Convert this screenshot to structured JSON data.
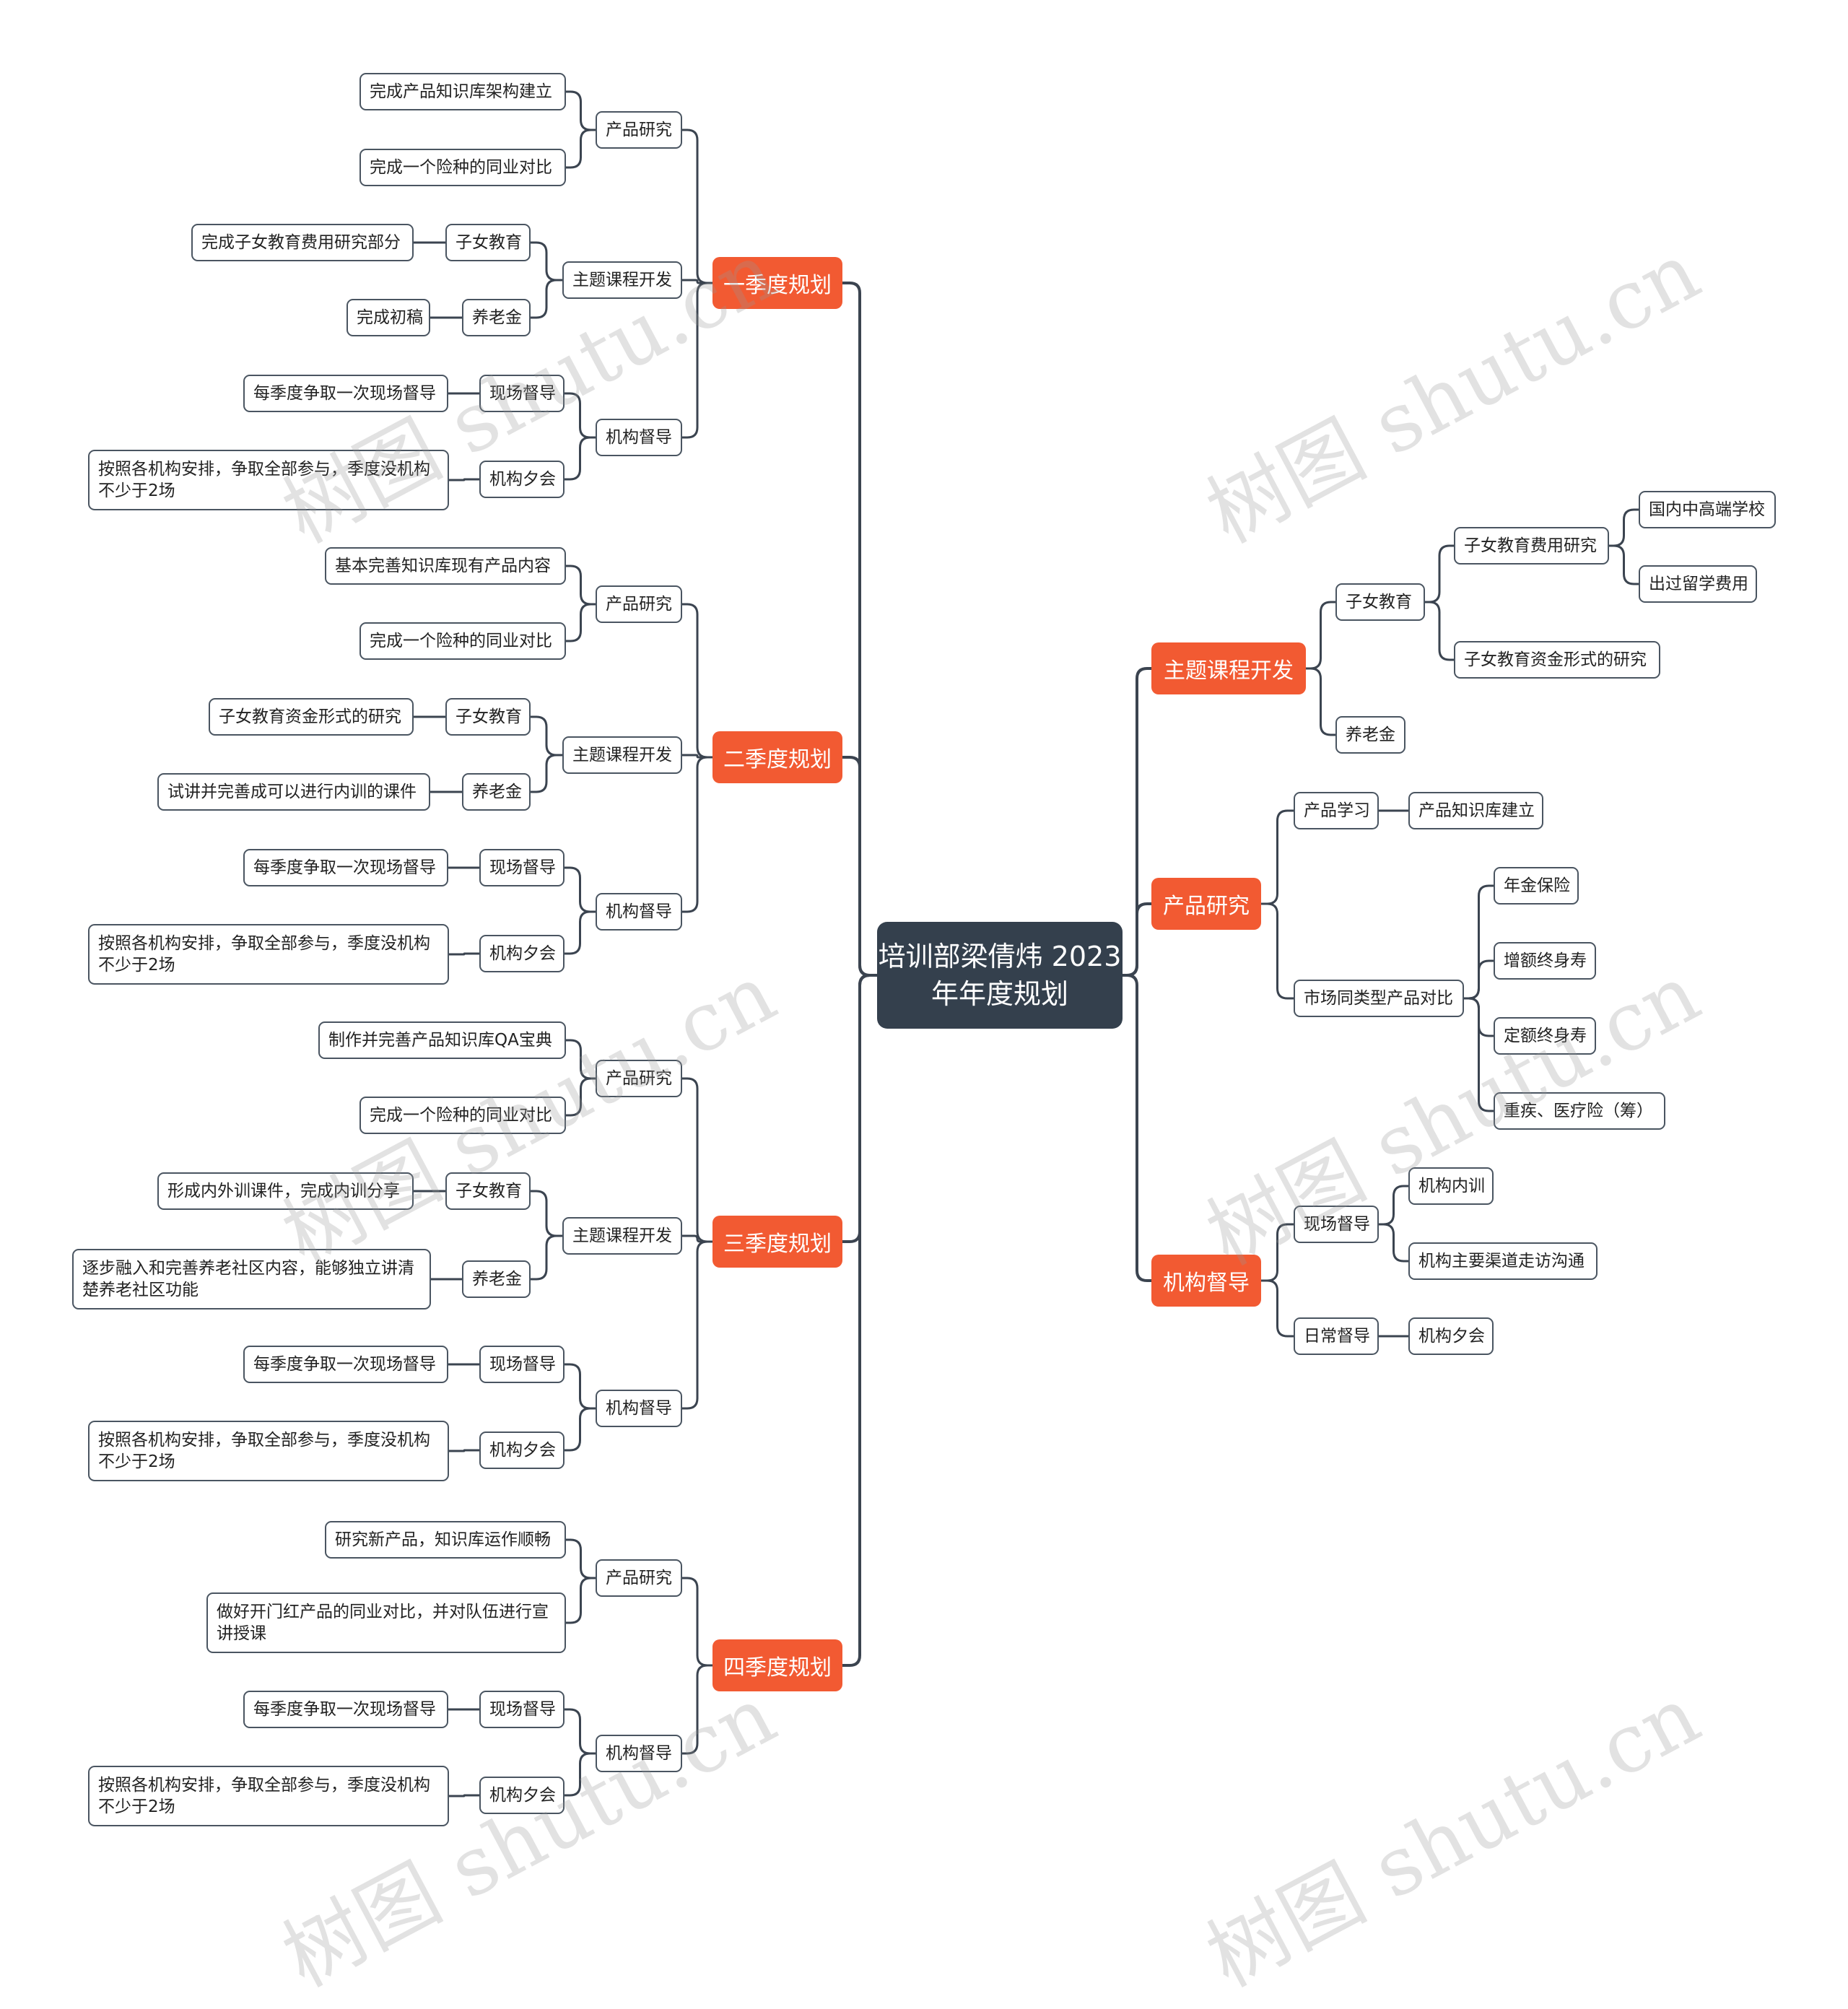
{
  "watermark": "树图 shutu.cn",
  "root": "培训部梁倩炜 2023年年度规划",
  "left": [
    {
      "label": "一季度规划",
      "children": [
        {
          "label": "产品研究",
          "children": [
            {
              "label": "完成产品知识库架构建立"
            },
            {
              "label": "完成一个险种的同业对比"
            }
          ]
        },
        {
          "label": "主题课程开发",
          "children": [
            {
              "label": "子女教育",
              "children": [
                {
                  "label": "完成子女教育费用研究部分"
                }
              ]
            },
            {
              "label": "养老金",
              "children": [
                {
                  "label": "完成初稿"
                }
              ]
            }
          ]
        },
        {
          "label": "机构督导",
          "children": [
            {
              "label": "现场督导",
              "children": [
                {
                  "label": "每季度争取一次现场督导"
                }
              ]
            },
            {
              "label": "机构夕会",
              "children": [
                {
                  "label": "按照各机构安排，争取全部参与，季度没机构不少于2场"
                }
              ]
            }
          ]
        }
      ]
    },
    {
      "label": "二季度规划",
      "children": [
        {
          "label": "产品研究",
          "children": [
            {
              "label": "基本完善知识库现有产品内容"
            },
            {
              "label": "完成一个险种的同业对比"
            }
          ]
        },
        {
          "label": "主题课程开发",
          "children": [
            {
              "label": "子女教育",
              "children": [
                {
                  "label": "子女教育资金形式的研究"
                }
              ]
            },
            {
              "label": "养老金",
              "children": [
                {
                  "label": "试讲并完善成可以进行内训的课件"
                }
              ]
            }
          ]
        },
        {
          "label": "机构督导",
          "children": [
            {
              "label": "现场督导",
              "children": [
                {
                  "label": "每季度争取一次现场督导"
                }
              ]
            },
            {
              "label": "机构夕会",
              "children": [
                {
                  "label": "按照各机构安排，争取全部参与，季度没机构不少于2场"
                }
              ]
            }
          ]
        }
      ]
    },
    {
      "label": "三季度规划",
      "children": [
        {
          "label": "产品研究",
          "children": [
            {
              "label": "制作并完善产品知识库QA宝典"
            },
            {
              "label": "完成一个险种的同业对比"
            }
          ]
        },
        {
          "label": "主题课程开发",
          "children": [
            {
              "label": "子女教育",
              "children": [
                {
                  "label": "形成内外训课件，完成内训分享"
                }
              ]
            },
            {
              "label": "养老金",
              "children": [
                {
                  "label": "逐步融入和完善养老社区内容，能够独立讲清楚养老社区功能"
                }
              ]
            }
          ]
        },
        {
          "label": "机构督导",
          "children": [
            {
              "label": "现场督导",
              "children": [
                {
                  "label": "每季度争取一次现场督导"
                }
              ]
            },
            {
              "label": "机构夕会",
              "children": [
                {
                  "label": "按照各机构安排，争取全部参与，季度没机构不少于2场"
                }
              ]
            }
          ]
        }
      ]
    },
    {
      "label": "四季度规划",
      "children": [
        {
          "label": "产品研究",
          "children": [
            {
              "label": "研究新产品，知识库运作顺畅"
            },
            {
              "label": "做好开门红产品的同业对比，并对队伍进行宣讲授课"
            }
          ]
        },
        {
          "label": "机构督导",
          "children": [
            {
              "label": "现场督导",
              "children": [
                {
                  "label": "每季度争取一次现场督导"
                }
              ]
            },
            {
              "label": "机构夕会",
              "children": [
                {
                  "label": "按照各机构安排，争取全部参与，季度没机构不少于2场"
                }
              ]
            }
          ]
        }
      ]
    }
  ],
  "right": [
    {
      "label": "主题课程开发",
      "children": [
        {
          "label": "子女教育",
          "children": [
            {
              "label": "子女教育费用研究",
              "children": [
                {
                  "label": "国内中高端学校"
                },
                {
                  "label": "出过留学费用"
                }
              ]
            },
            {
              "label": "子女教育资金形式的研究"
            }
          ]
        },
        {
          "label": "养老金"
        }
      ]
    },
    {
      "label": "产品研究",
      "children": [
        {
          "label": "产品学习",
          "children": [
            {
              "label": "产品知识库建立"
            }
          ]
        },
        {
          "label": "市场同类型产品对比",
          "children": [
            {
              "label": "年金保险"
            },
            {
              "label": "增额终身寿"
            },
            {
              "label": "定额终身寿"
            },
            {
              "label": "重疾、医疗险（筹）"
            }
          ]
        }
      ]
    },
    {
      "label": "机构督导",
      "children": [
        {
          "label": "现场督导",
          "children": [
            {
              "label": "机构内训"
            },
            {
              "label": "机构主要渠道走访沟通"
            }
          ]
        },
        {
          "label": "日常督导",
          "children": [
            {
              "label": "机构夕会"
            }
          ]
        }
      ]
    }
  ]
}
